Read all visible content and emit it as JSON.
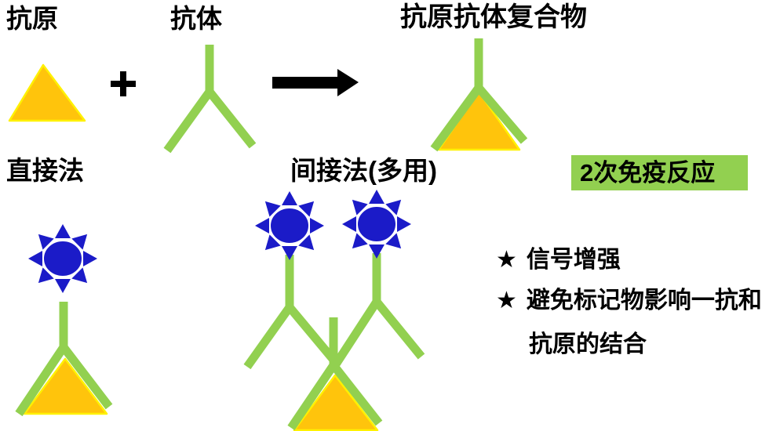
{
  "colors": {
    "green": "#92D050",
    "gold": "#FFC40C",
    "gold_border": "#FFF100",
    "blue": "#1B1BC8",
    "black": "#000000"
  },
  "top_row": {
    "antigen_label": "抗原",
    "plus_sign": "+",
    "antibody_label": "抗体",
    "complex_label": "抗原抗体复合物"
  },
  "methods": {
    "direct_label": "直接法",
    "indirect_label": "间接法(多用)"
  },
  "annotation": {
    "box_label": "2次免疫反应",
    "notes": [
      {
        "marker": "★",
        "text": "信号增强"
      },
      {
        "marker": "★",
        "text": "避免标记物影响一抗和"
      },
      {
        "marker": "",
        "text": "抗原的结合"
      }
    ]
  },
  "icons": {
    "antigen": "triangle-icon",
    "antibody": "y-antibody-icon",
    "label_marker": "star-sun-icon",
    "reaction": "right-arrow-icon"
  }
}
